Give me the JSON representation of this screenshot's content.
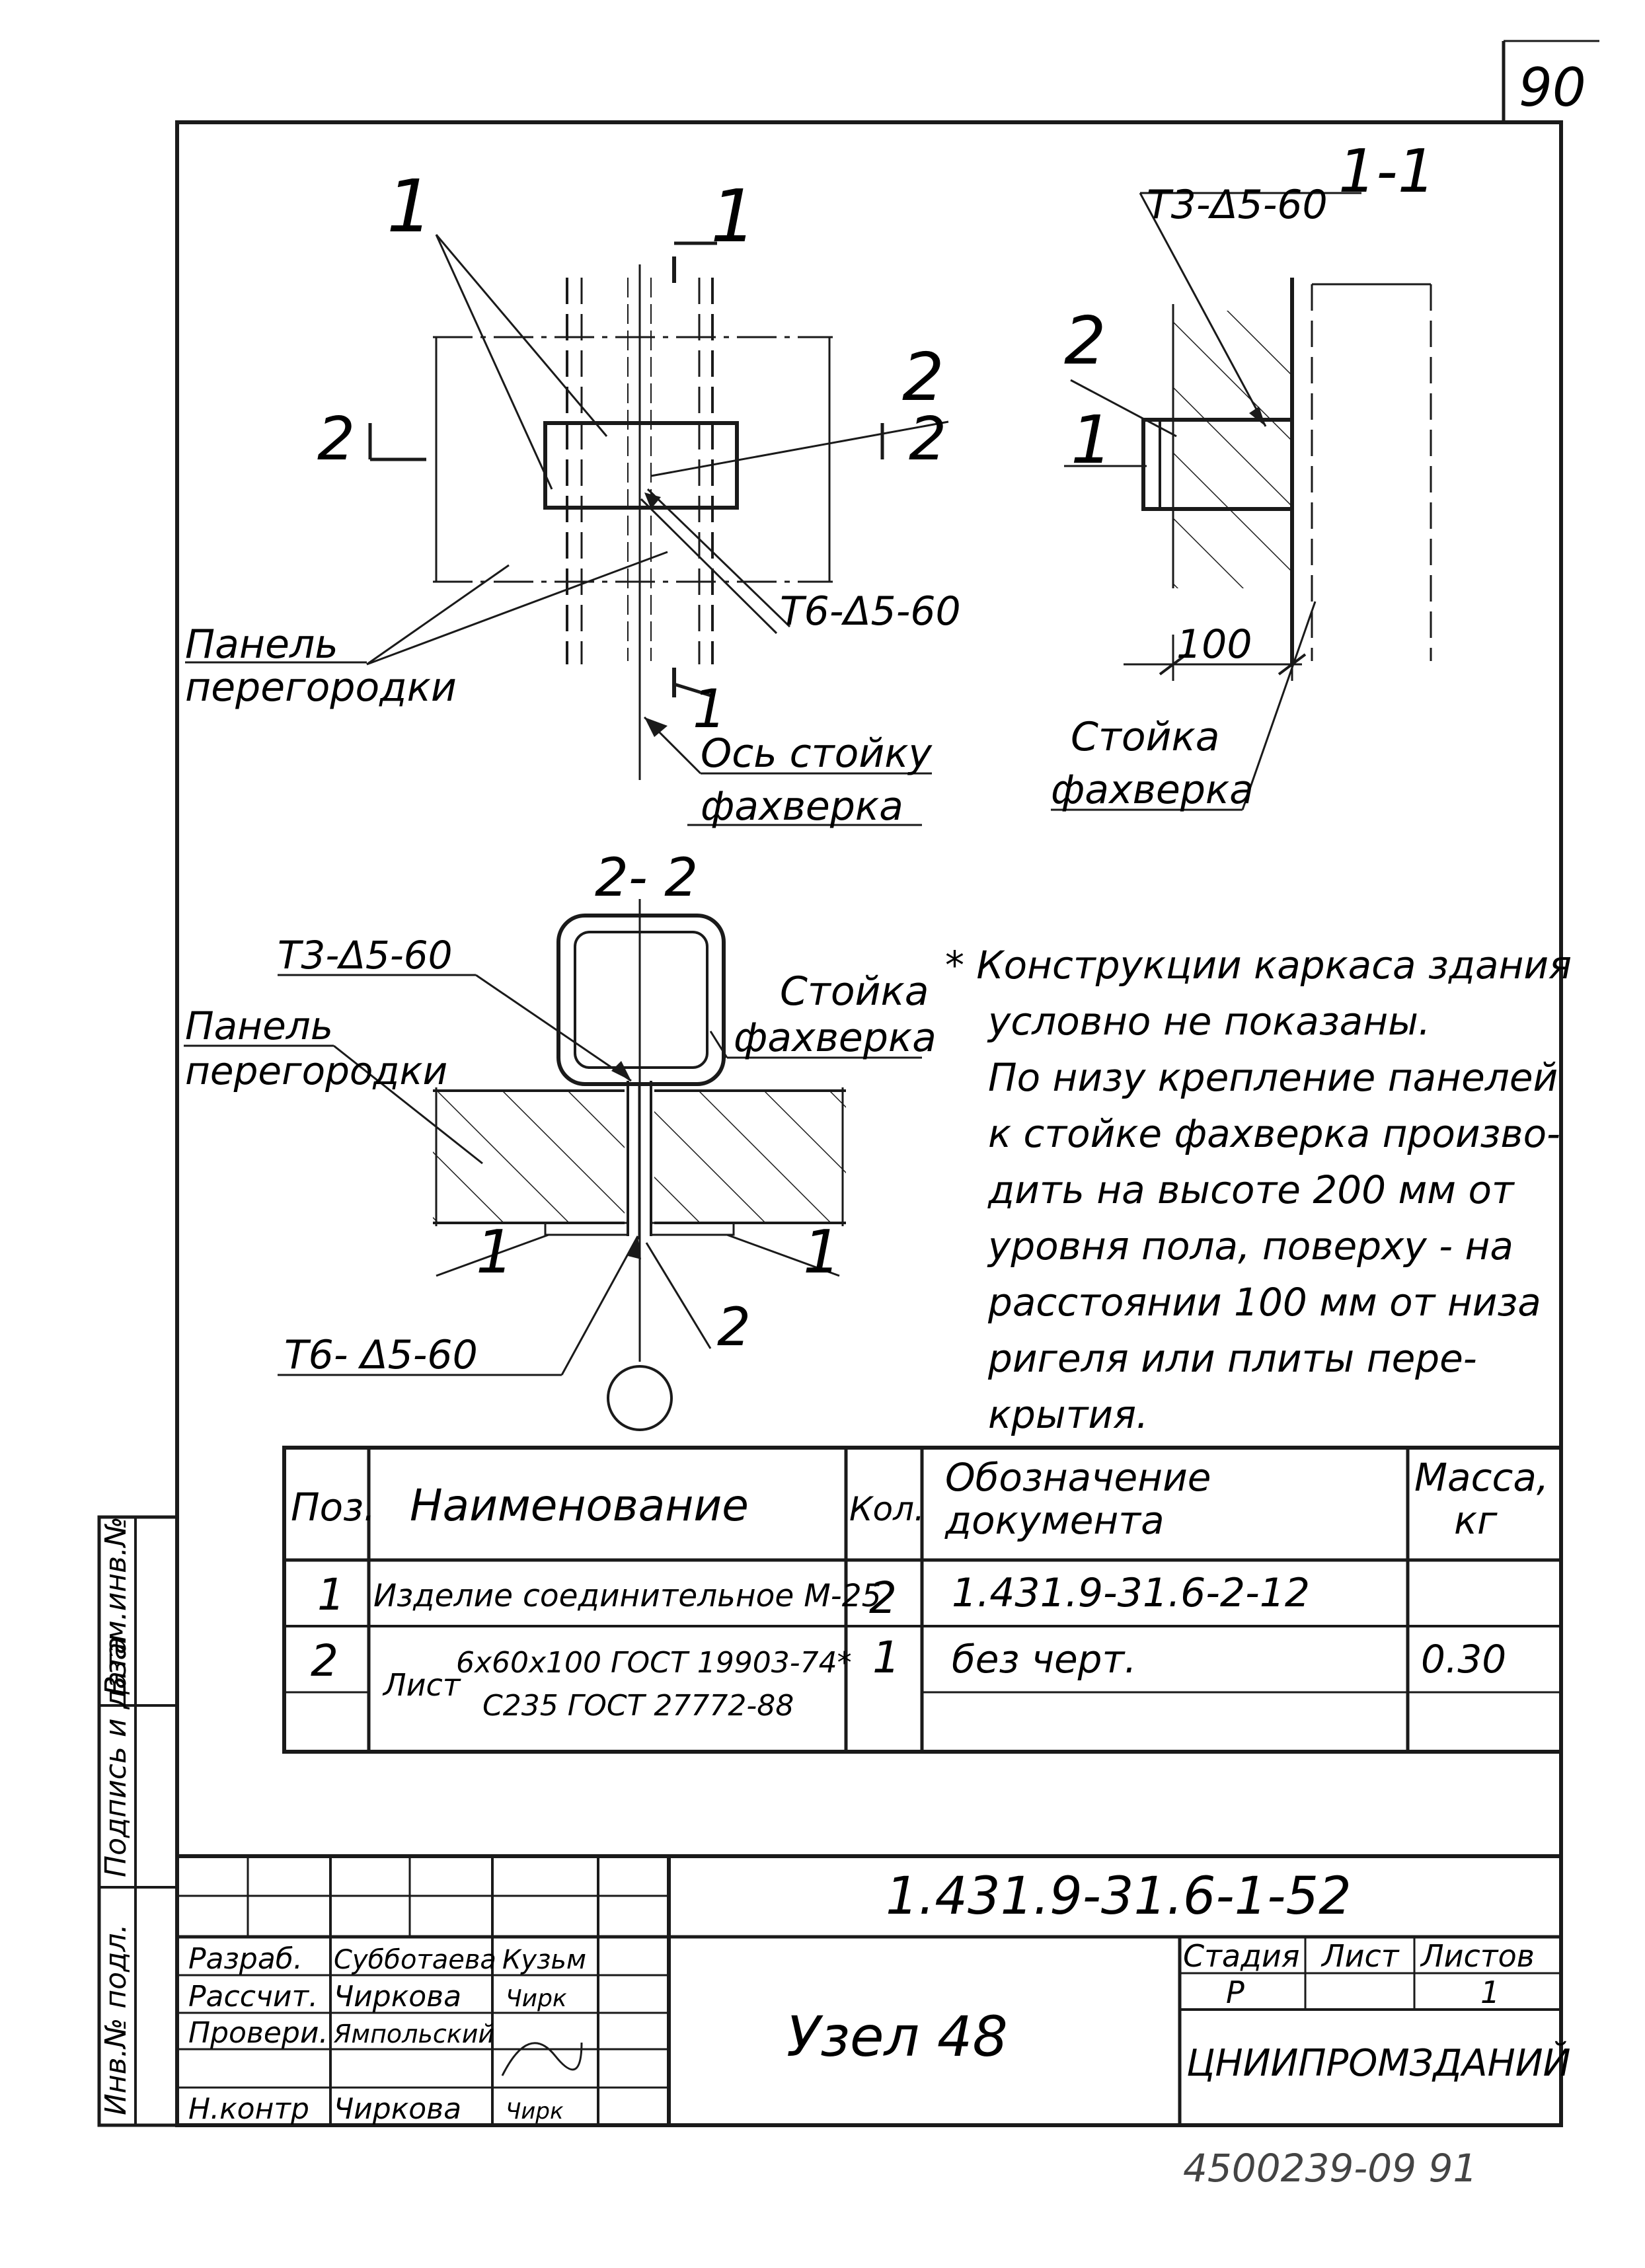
{
  "sheet_number": "90",
  "drawing": {
    "section_1_1": "1-1",
    "mark_1": "1",
    "mark_2": "2",
    "section_arrow_1": "1",
    "section_arrow_2": "2",
    "weld_t3": "Т3-Δ5-60",
    "weld_t6": "Т6-Δ5-60",
    "weld_t6_b": "Т6-  Δ5-60",
    "dim_100": "100",
    "label_panel_line1": "Панель",
    "label_panel_line2": "перегородки",
    "label_axis_line1": "Ось стойку",
    "label_axis_line2": "фахверка",
    "label_post_line1": "Стойка",
    "label_post_line2": "фахверка",
    "section_2_2": "2- 2"
  },
  "note": {
    "lines": [
      "* Конструкции каркаса здания",
      "условно не показаны.",
      "По низу крепление панелей",
      "к стойке фахверка произво-",
      "дить на высоте 200 мм от",
      "уровня пола, поверху - на",
      "расстоянии 100 мм от низа",
      "ригеля или плиты пере-",
      "крытия."
    ]
  },
  "spec_table": {
    "headers": {
      "pos": "Поз.",
      "name": "Наименование",
      "qty": "Кол.",
      "doc_line1": "Обозначение",
      "doc_line2": "документа",
      "mass_line1": "Масса,",
      "mass_line2": "кг"
    },
    "rows": [
      {
        "pos": "1",
        "name": "Изделие соединительное М-25",
        "qty": "2",
        "doc": "1.431.9-31.6-2-12",
        "mass": ""
      },
      {
        "pos": "2",
        "name_prefix": "Лист",
        "name_line1": "6х60х100 ГОСТ 19903-74*",
        "name_line2": "С235 ГОСТ 27772-88",
        "qty": "1",
        "doc": "без черт.",
        "mass": "0.30"
      }
    ]
  },
  "side_stamp": {
    "inv_podl": "Инв.№ подл.",
    "podpis_data": "Подпись и дата",
    "vzam_inv": "Взам.инв.№"
  },
  "title_block": {
    "code": "1.431.9-31.6-1-52",
    "title": "Узел 48",
    "org": "ЦНИИПРОМЗДАНИЙ",
    "stage_label": "Стадия",
    "stage_value": "Р",
    "sheet_label": "Лист",
    "sheet_value": "",
    "sheets_label": "Листов",
    "sheets_value": "1",
    "signatures": [
      {
        "role": "Разраб.",
        "name": "Субботаева",
        "sign": "Кузьм"
      },
      {
        "role": "Рассчит.",
        "name": "Чиркова",
        "sign": "Чирк"
      },
      {
        "role": "Провери.",
        "name": "Ямпольский",
        "sign": ""
      },
      {
        "role": "",
        "name": "",
        "sign": ""
      },
      {
        "role": "Н.контр",
        "name": "Чиркова",
        "sign": "Чирк"
      }
    ]
  },
  "footer_code": "4500239-09   91"
}
